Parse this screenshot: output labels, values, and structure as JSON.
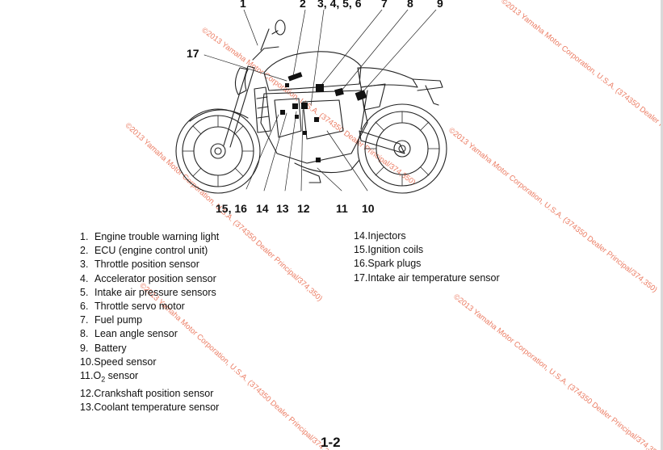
{
  "callouts": {
    "c1": "1",
    "c2": "2",
    "c3456": "3, 4, 5, 6",
    "c7": "7",
    "c8": "8",
    "c9": "9",
    "c17": "17",
    "c1516": "15, 16",
    "c14": "14",
    "c13": "13",
    "c12": "12",
    "c11": "11",
    "c10": "10"
  },
  "components_left": [
    {
      "num": "1.",
      "label": "Engine trouble warning light"
    },
    {
      "num": "2.",
      "label": "ECU (engine control unit)"
    },
    {
      "num": "3.",
      "label": "Throttle position sensor"
    },
    {
      "num": "4.",
      "label": "Accelerator position sensor"
    },
    {
      "num": "5.",
      "label": "Intake air pressure sensors"
    },
    {
      "num": "6.",
      "label": "Throttle servo motor"
    },
    {
      "num": "7.",
      "label": "Fuel pump"
    },
    {
      "num": "8.",
      "label": "Lean angle sensor"
    },
    {
      "num": "9.",
      "label": "Battery"
    },
    {
      "num": "10.",
      "label": "Speed sensor"
    },
    {
      "num": "11.",
      "label": "O",
      "sub": "2",
      "after": " sensor"
    },
    {
      "num": "12.",
      "label": "Crankshaft position sensor"
    },
    {
      "num": "13.",
      "label": "Coolant temperature sensor"
    }
  ],
  "components_right": [
    {
      "num": "14.",
      "label": "Injectors"
    },
    {
      "num": "15.",
      "label": "Ignition coils"
    },
    {
      "num": "16.",
      "label": "Spark plugs"
    },
    {
      "num": "17.",
      "label": "Intake air temperature sensor"
    }
  ],
  "page_number": "1-2",
  "watermark": "©2013 Yamaha Motor Corporation, U.S.A. (374350 Dealer Principal/374,350)",
  "colors": {
    "watermark": "#e8674a",
    "text": "#111111"
  }
}
